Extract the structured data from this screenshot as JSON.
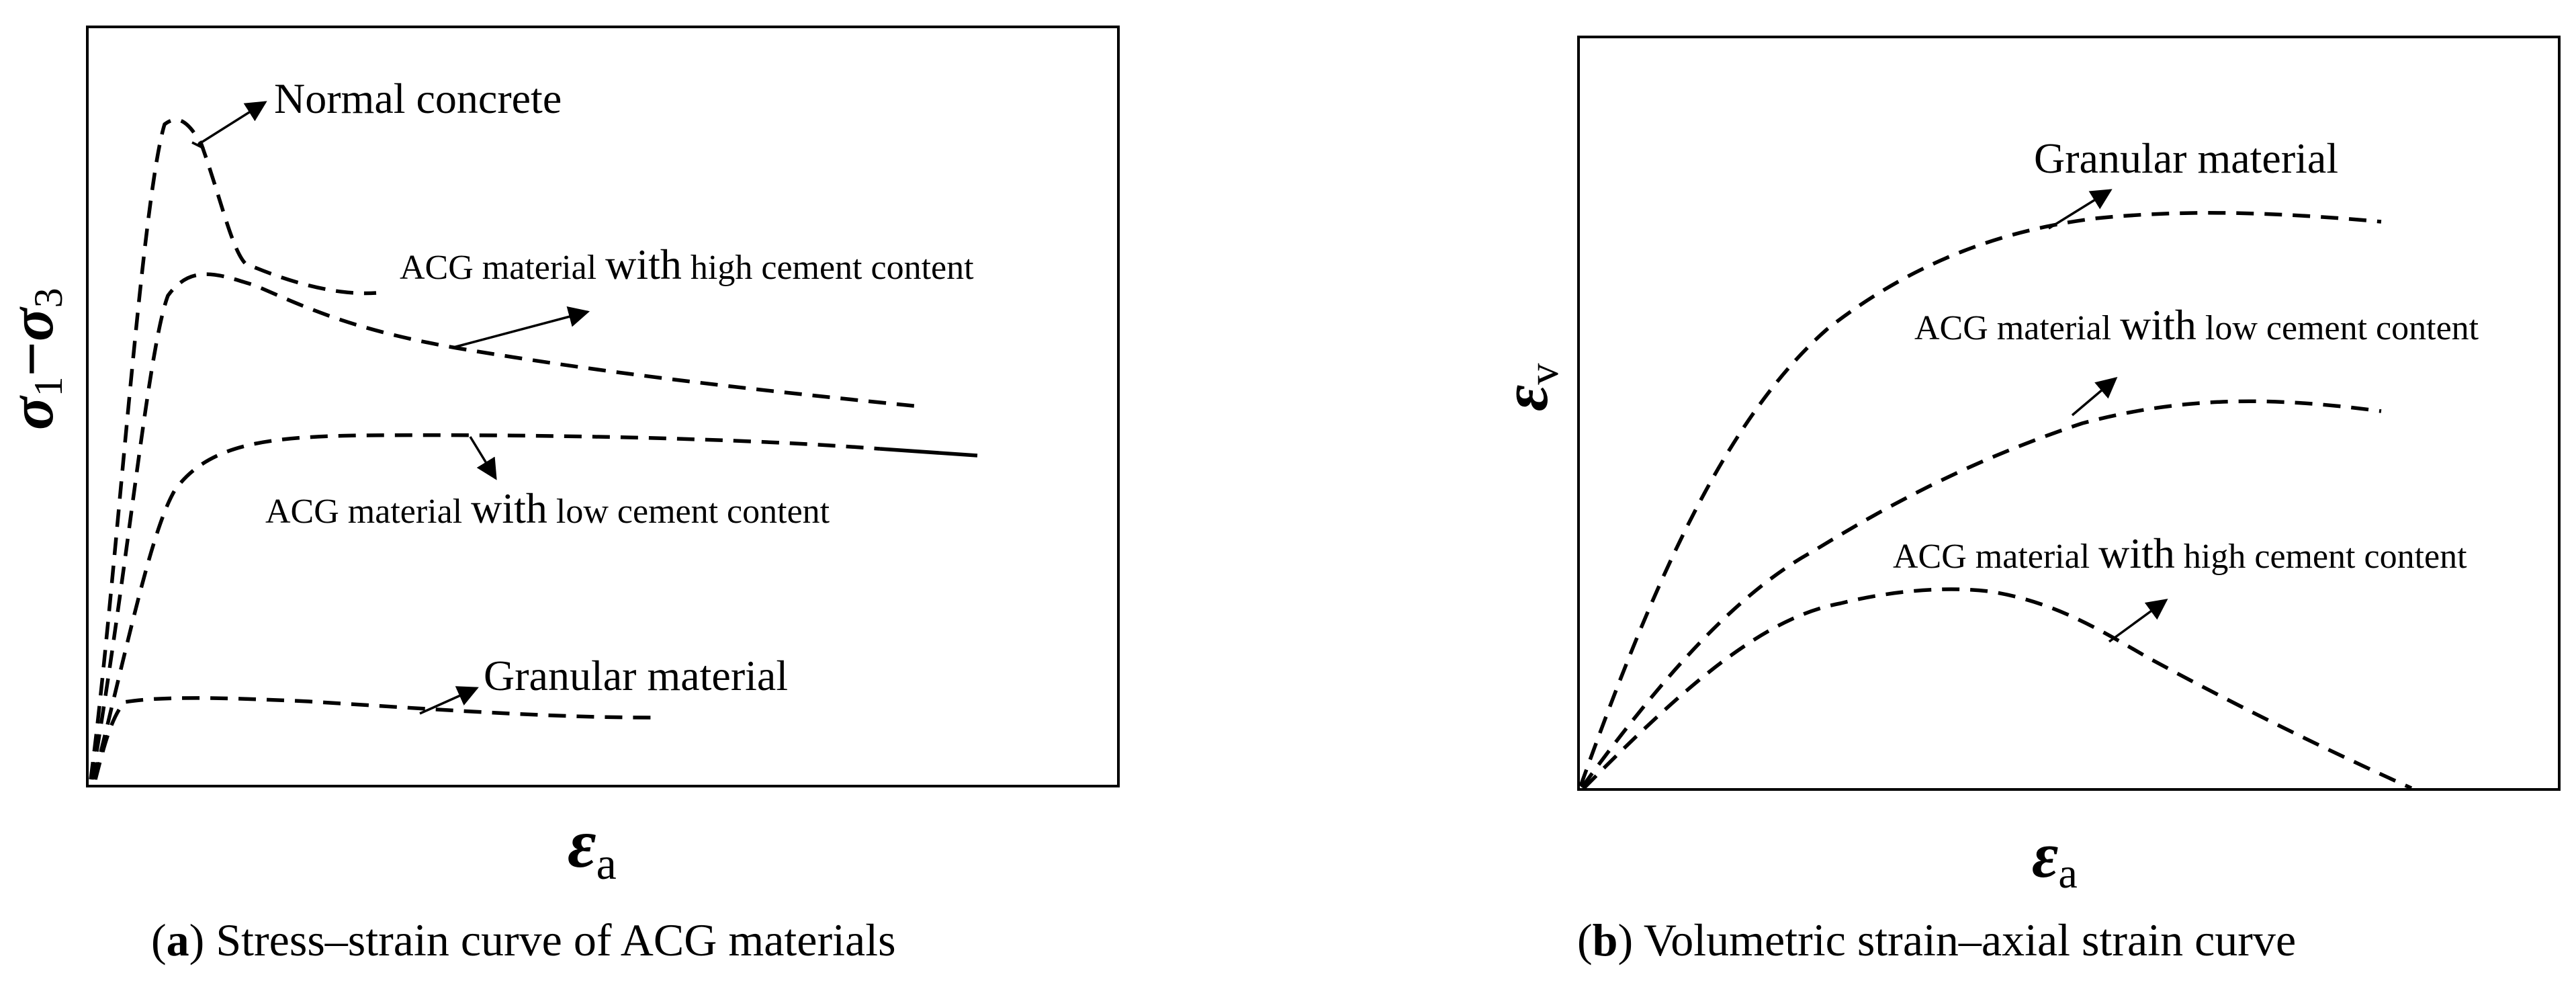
{
  "chart_data": [
    {
      "type": "line",
      "panel": "a",
      "caption_letter": "a",
      "caption_text": "Stress–strain curve of ACG materials",
      "xlabel": {
        "symbol": "ε",
        "subscript": "a"
      },
      "ylabel": {
        "s1": "σ",
        "sub1": "1",
        "dash": "−",
        "s2": "σ",
        "sub2": "3"
      },
      "xlim": [
        0,
        10
      ],
      "ylim": [
        0,
        10
      ],
      "grid": false,
      "legend": "none",
      "series": [
        {
          "name": "Normal concrete",
          "x": [
            0,
            0.35,
            0.7,
            0.9,
            1.1,
            1.5,
            2.0,
            2.8
          ],
          "y": [
            0,
            6.5,
            8.8,
            8.5,
            7.5,
            6.4,
            6.3,
            6.5
          ]
        },
        {
          "name": "ACG material with high cement content",
          "x": [
            0,
            0.3,
            0.7,
            1.2,
            1.6,
            2.4,
            3.6,
            5.0,
            6.6,
            8.1
          ],
          "y": [
            0,
            3.5,
            6.1,
            6.7,
            6.6,
            6.1,
            5.7,
            5.4,
            5.0,
            4.8
          ]
        },
        {
          "name": "ACG material with low cement content",
          "x": [
            0,
            0.2,
            0.8,
            1.6,
            3.0,
            4.5,
            6.4,
            7.7,
            8.6
          ],
          "y": [
            0,
            2.5,
            4.4,
            4.6,
            4.6,
            4.6,
            4.5,
            4.4,
            4.35
          ]
        },
        {
          "name": "Granular material",
          "x": [
            0,
            0.15,
            0.4,
            1.5,
            3.2,
            4.5,
            5.5
          ],
          "y": [
            0,
            0.7,
            1.1,
            1.15,
            1.0,
            0.95,
            0.9
          ]
        }
      ],
      "annotations": [
        {
          "pre": "Normal concrete"
        },
        {
          "pre": "ACG material ",
          "big": "with",
          "post": " high cement content"
        },
        {
          "pre": "ACG material ",
          "big": "with",
          "post": " low cement content"
        },
        {
          "pre": "Granular material"
        }
      ]
    },
    {
      "type": "line",
      "panel": "b",
      "caption_letter": "b",
      "caption_text": "Volumetric strain–axial strain curve",
      "xlabel": {
        "symbol": "ε",
        "subscript": "a"
      },
      "ylabel": {
        "symbol": "ε",
        "subscript": "v"
      },
      "xlim": [
        0,
        10
      ],
      "ylim": [
        0,
        10
      ],
      "grid": false,
      "legend": "none",
      "series": [
        {
          "name": "Granular material",
          "x": [
            0,
            0.8,
            2.0,
            3.5,
            5.2,
            6.6,
            8.1,
            9.3
          ],
          "y": [
            0,
            3.2,
            6.0,
            7.5,
            7.9,
            7.8,
            7.8,
            7.65
          ]
        },
        {
          "name": "ACG material with low cement content",
          "x": [
            0,
            1.2,
            2.5,
            4.0,
            5.6,
            7.2,
            8.4,
            9.3
          ],
          "y": [
            0,
            2.6,
            4.1,
            5.1,
            5.7,
            5.9,
            5.85,
            5.7
          ]
        },
        {
          "name": "ACG material with high cement content",
          "x": [
            0,
            1.2,
            2.4,
            3.6,
            4.8,
            6.0,
            7.5,
            9.0,
            10.0
          ],
          "y": [
            0,
            1.7,
            2.6,
            2.8,
            2.6,
            2.0,
            1.5,
            0.8,
            0.25
          ]
        }
      ],
      "annotations": [
        {
          "pre": "Granular material"
        },
        {
          "pre": "ACG material ",
          "big": "with",
          "post": " low cement content"
        },
        {
          "pre": "ACG material ",
          "big": "with",
          "post": " high cement content"
        }
      ]
    }
  ]
}
